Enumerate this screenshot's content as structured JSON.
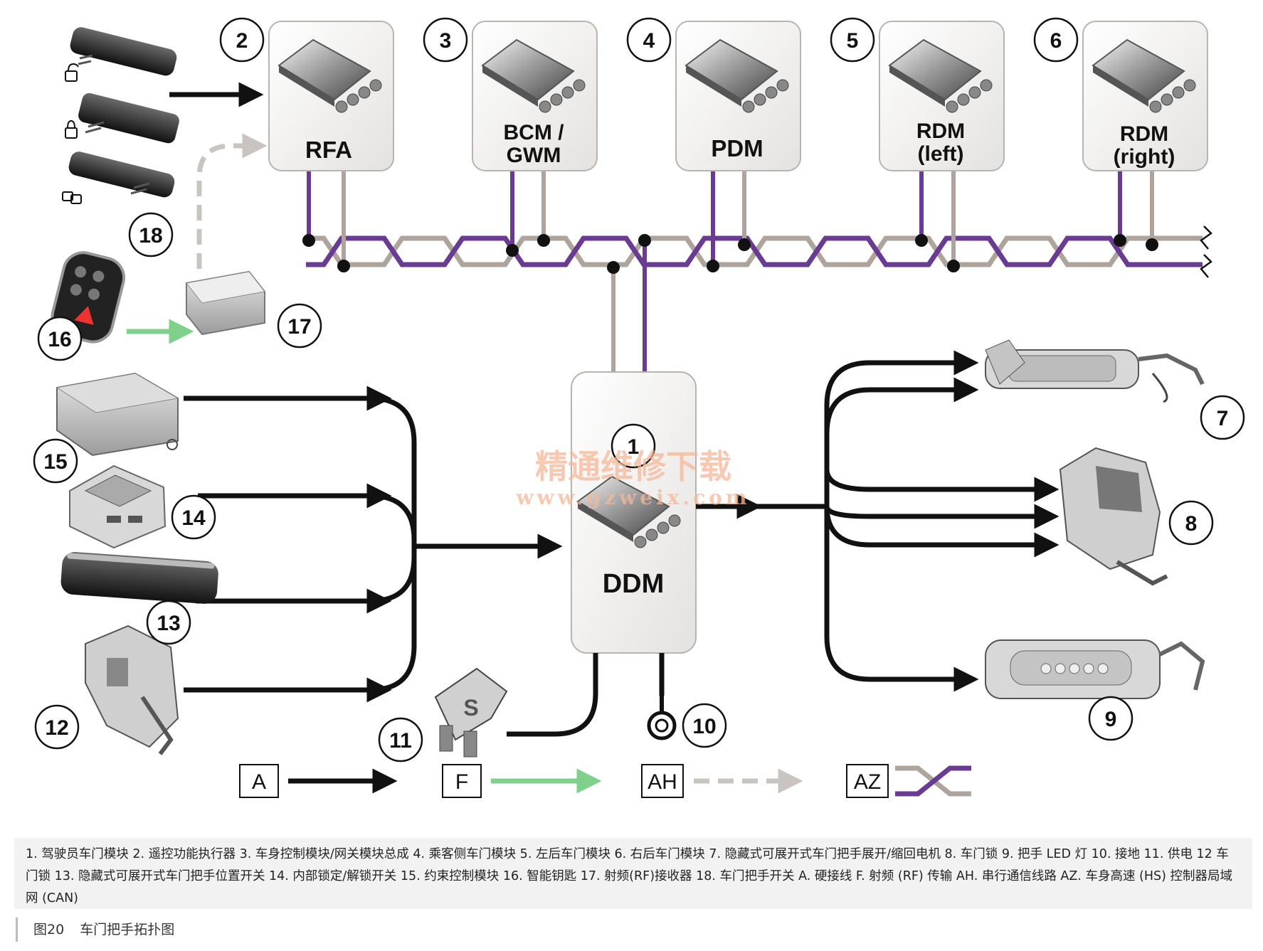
{
  "modules": {
    "m2": {
      "num": "2",
      "label": "RFA"
    },
    "m3": {
      "num": "3",
      "label1": "BCM /",
      "label2": "GWM"
    },
    "m4": {
      "num": "4",
      "label": "PDM"
    },
    "m5": {
      "num": "5",
      "label1": "RDM",
      "label2": "(left)"
    },
    "m6": {
      "num": "6",
      "label1": "RDM",
      "label2": "(right)"
    },
    "m1": {
      "num": "1",
      "label": "DDM"
    }
  },
  "components": {
    "c7": "7",
    "c8": "8",
    "c9": "9",
    "c10": "10",
    "c11": "11",
    "c12": "12",
    "c13": "13",
    "c14": "14",
    "c15": "15",
    "c16": "16",
    "c17": "17",
    "c18": "18"
  },
  "legend": {
    "a": "A",
    "f": "F",
    "ah": "AH",
    "az": "AZ"
  },
  "watermark": {
    "cn": "精通维修下载",
    "url": "www.gzweix.com"
  },
  "caption": {
    "text": "1. 驾驶员车门模块 2. 遥控功能执行器 3. 车身控制模块/网关模块总成 4. 乘客侧车门模块 5. 左后车门模块 6. 右后车门模块 7. 隐藏式可展开式车门把手展开/缩回电机 8. 车门锁 9. 把手 LED 灯 10. 接地 11. 供电 12 车门锁 13. 隐藏式可展开式车门把手位置开关 14. 内部锁定/解锁开关 15. 约束控制模块 16. 智能钥匙 17. 射频(RF)接收器 18. 车门把手开关 A. 硬接线 F. 射频 (RF) 传输 AH. 串行通信线路 AZ. 车身高速 (HS) 控制器局域网 (CAN)"
  },
  "figure": {
    "number": "图20",
    "title": "车门把手拓扑图"
  },
  "colors": {
    "hardwire": "#111111",
    "rf": "#7fd08a",
    "serial": "#bdb7b0",
    "can_purple": "#6a3b93",
    "can_grey": "#aea49c"
  }
}
